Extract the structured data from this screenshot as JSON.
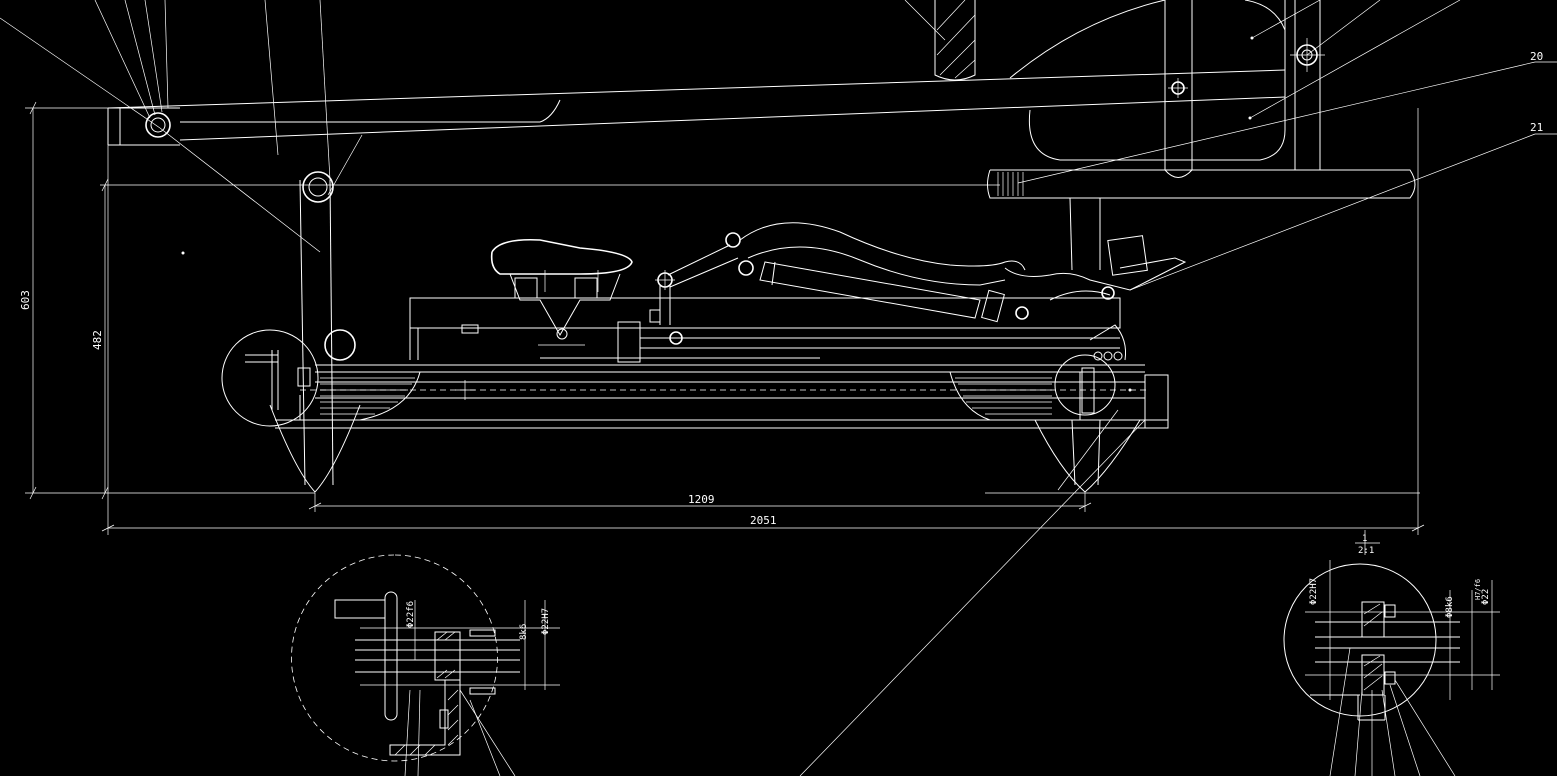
{
  "dimensions": {
    "overall_height": "603",
    "inner_height": "482",
    "wheelbase": "1209",
    "overall_length": "2051"
  },
  "part_labels": {
    "label_20": "20",
    "label_21": "21"
  },
  "detail_view": {
    "marker_top": "1",
    "marker_bottom": "2:1"
  },
  "detail_left": {
    "fit_shaft": "Φ22f6",
    "fit_bearing": "8k6",
    "fit_hole": "Φ22H7"
  },
  "detail_right": {
    "fit_hole": "Φ22H7",
    "fit_bearing": "Φ8k6",
    "fit_shaft_num": "Φ22",
    "fit_shaft_tol": "H7/f6"
  },
  "colors": {
    "background": "#000000",
    "line": "#ffffff"
  }
}
